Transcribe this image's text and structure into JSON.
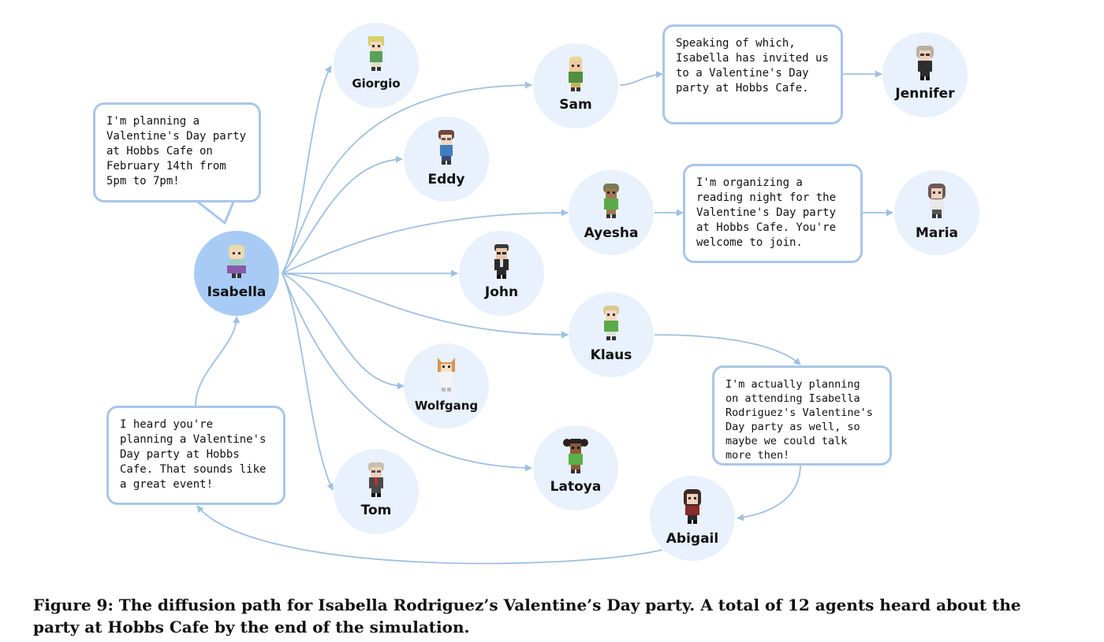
{
  "figure": {
    "caption": "Figure 9: The diffusion path for Isabella Rodriguez’s Valentine’s Day party. A total of 12 agents heard about the party at Hobbs Cafe by the end of the simulation."
  },
  "colors": {
    "node_fill": "#e8f1fc",
    "focus_fill": "#a8cbf6",
    "edge": "#9fc0e2",
    "bubble_border": "#a9c6e8"
  },
  "agents": {
    "isabella": "Isabella",
    "giorgio": "Giorgio",
    "eddy": "Eddy",
    "sam": "Sam",
    "jennifer": "Jennifer",
    "ayesha": "Ayesha",
    "maria": "Maria",
    "john": "John",
    "klaus": "Klaus",
    "wolfgang": "Wolfgang",
    "latoya": "Latoya",
    "tom": "Tom",
    "abigail": "Abigail"
  },
  "bubbles": {
    "isabella_says": "I'm planning a Valentine's Day party at Hobbs Cafe on February 14th from 5pm to 7pm!",
    "sam_says": "Speaking of which, Isabella has invited us to a Valentine's Day party at Hobbs Cafe.",
    "ayesha_says": "I'm organizing a reading night for the Valentine's Day party at Hobbs Cafe. You're welcome to join.",
    "klaus_says": "I'm actually planning on attending Isabella Rodriguez's Valentine's Day party as well, so maybe we could talk more then!",
    "abigail_says": "I heard you're planning a Valentine's Day party at Hobbs Cafe. That sounds like a great event!"
  },
  "edges": [
    {
      "from": "Isabella",
      "to": "Giorgio"
    },
    {
      "from": "Isabella",
      "to": "Sam"
    },
    {
      "from": "Isabella",
      "to": "Eddy"
    },
    {
      "from": "Isabella",
      "to": "Ayesha"
    },
    {
      "from": "Isabella",
      "to": "John"
    },
    {
      "from": "Isabella",
      "to": "Klaus"
    },
    {
      "from": "Isabella",
      "to": "Wolfgang"
    },
    {
      "from": "Isabella",
      "to": "Latoya"
    },
    {
      "from": "Isabella",
      "to": "Tom"
    },
    {
      "from": "Sam",
      "to": "Jennifer"
    },
    {
      "from": "Ayesha",
      "to": "Maria"
    },
    {
      "from": "Klaus",
      "to": "Abigail"
    },
    {
      "from": "Abigail",
      "to": "Isabella"
    }
  ]
}
